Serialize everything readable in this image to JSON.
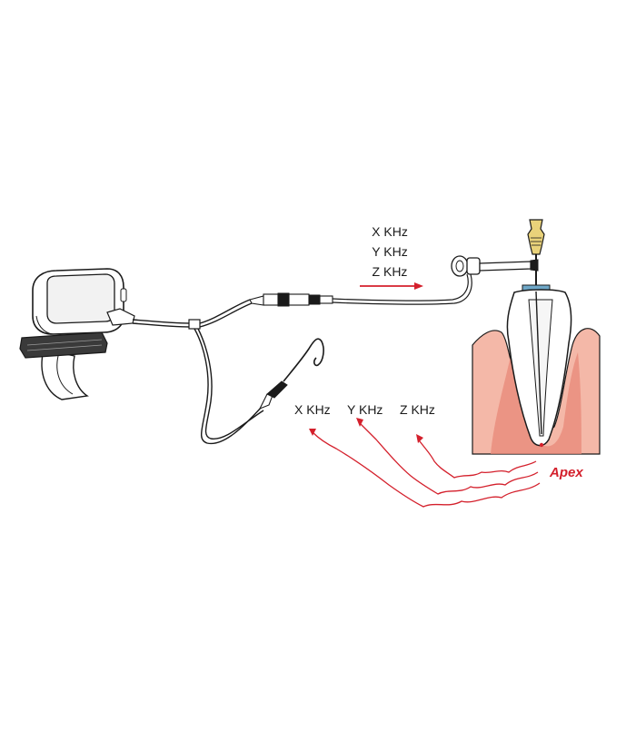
{
  "labels": {
    "outgoing": [
      "X KHz",
      "Y KHz",
      "Z KHz"
    ],
    "return": [
      "X KHz",
      "Y KHz",
      "Z KHz"
    ],
    "apex": "Apex"
  },
  "colors": {
    "signal": "#d4202c",
    "gum_outer": "#f4b8a8",
    "gum_inner": "#e88878",
    "line": "#1a1a1a",
    "screen": "#f2f2f2"
  },
  "icons": {
    "device": "apex-locator-device",
    "lip-hook": "lip-clip-hook",
    "file": "endodontic-file",
    "tooth": "tooth-root-canal"
  }
}
